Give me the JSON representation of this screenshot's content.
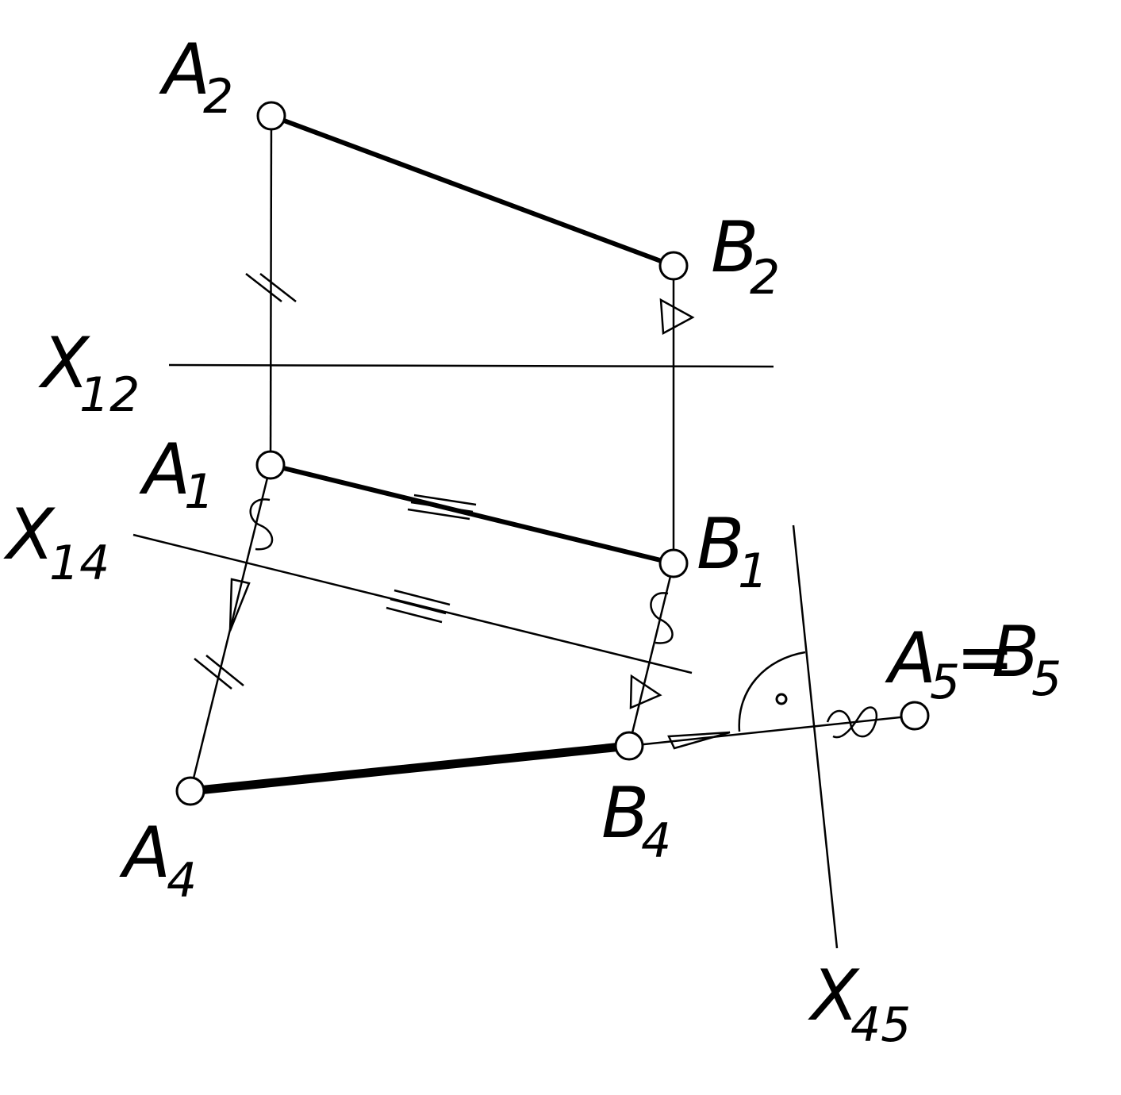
{
  "labels": {
    "A2": {
      "main": "A",
      "sub": "2"
    },
    "B2": {
      "main": "B",
      "sub": "2"
    },
    "X12": {
      "main": "X",
      "sub": "12"
    },
    "A1": {
      "main": "A",
      "sub": "1"
    },
    "B1": {
      "main": "B",
      "sub": "1"
    },
    "X14": {
      "main": "X",
      "sub": "14"
    },
    "A4": {
      "main": "A",
      "sub": "4"
    },
    "B4": {
      "main": "B",
      "sub": "4"
    },
    "A5B5": {
      "main": "A",
      "sub": "5",
      "eq": "=",
      "main2": "B",
      "sub2": "5"
    },
    "X45": {
      "main": "X",
      "sub": "45"
    }
  }
}
